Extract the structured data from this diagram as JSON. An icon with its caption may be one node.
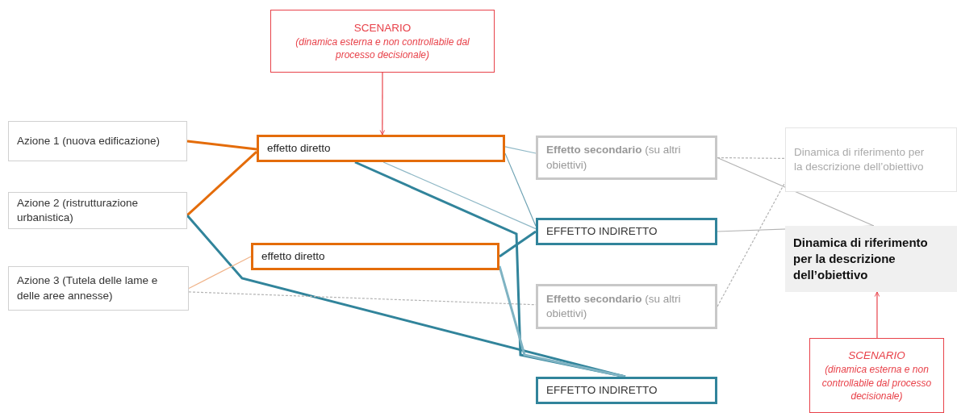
{
  "diagram": {
    "nodes": [
      {
        "text": [
          "SCENARIO",
          "(dinamica esterna  e non controllabile dal processo  decisionale)"
        ]
      },
      {
        "text": [
          "Azione 1 (nuova edificazione)"
        ]
      },
      {
        "text": [
          "Azione 2 (ristrutturazione urbanistica)"
        ]
      },
      {
        "text": [
          "Azione 3 (Tutela delle lame e delle aree annesse)"
        ]
      },
      {
        "text": [
          "effetto diretto"
        ]
      },
      {
        "text": [
          "**Effetto secondario** (su altri obiettivi)"
        ]
      },
      {
        "text": [
          "Dinamica di riferimento per la descrizione dell’obiettivo"
        ]
      },
      {
        "text": [
          "EFFETTO INDIRETTO"
        ]
      },
      {
        "text": [
          "effetto diretto"
        ]
      },
      {
        "text": [
          "Dinamica di riferimento per la descrizione dell’obiettivo"
        ]
      },
      {
        "text": [
          "**Effetto secondario** (su altri obiettivi)"
        ]
      },
      {
        "text": [
          "EFFETTO INDIRETTO"
        ]
      },
      {
        "text": [
          "SCENARIO",
          "(dinamica esterna  e non controllabile dal processo decisionale)"
        ]
      }
    ],
    "edges": [
      {
        "from": 0,
        "to": 4,
        "arrow": "to",
        "color": "#e8424a"
      },
      {
        "from": 12,
        "to": 9,
        "arrow": "to",
        "color": "#e8424a"
      },
      {
        "from": 1,
        "to": 4,
        "arrow": "none",
        "style": "thick",
        "color": "#e46c0a"
      },
      {
        "from": 2,
        "to": 4,
        "arrow": "none",
        "style": "thick",
        "color": "#e46c0a"
      },
      {
        "from": 2,
        "to": 11,
        "arrow": "none",
        "style": "thick",
        "color": "#31849b"
      },
      {
        "from": 3,
        "to": 8,
        "arrow": "none",
        "color": "#f0b48a"
      },
      {
        "from": 3,
        "to": 10,
        "arrow": "none",
        "style": "dashed"
      },
      {
        "from": 4,
        "to": 5,
        "arrow": "none",
        "color": "#8fb8c6"
      },
      {
        "from": 4,
        "to": 7,
        "arrow": "none",
        "color": "#6fa3b4"
      },
      {
        "from": 4,
        "to": 7,
        "arrow": "none",
        "color": "#8fb8c6"
      },
      {
        "from": 4,
        "to": 11,
        "arrow": "none",
        "style": "thick",
        "color": "#31849b"
      },
      {
        "from": 8,
        "to": 7,
        "arrow": "none",
        "style": "thick",
        "color": "#31849b"
      },
      {
        "from": 8,
        "to": 11,
        "arrow": "none",
        "style": "thick",
        "color": "#7fb3c3"
      },
      {
        "from": 5,
        "to": 6,
        "arrow": "none",
        "style": "dashed"
      },
      {
        "from": 5,
        "to": 9,
        "arrow": "none"
      },
      {
        "from": 7,
        "to": 9,
        "arrow": "none"
      },
      {
        "from": 10,
        "to": 6,
        "arrow": "none",
        "style": "dashed"
      }
    ]
  }
}
